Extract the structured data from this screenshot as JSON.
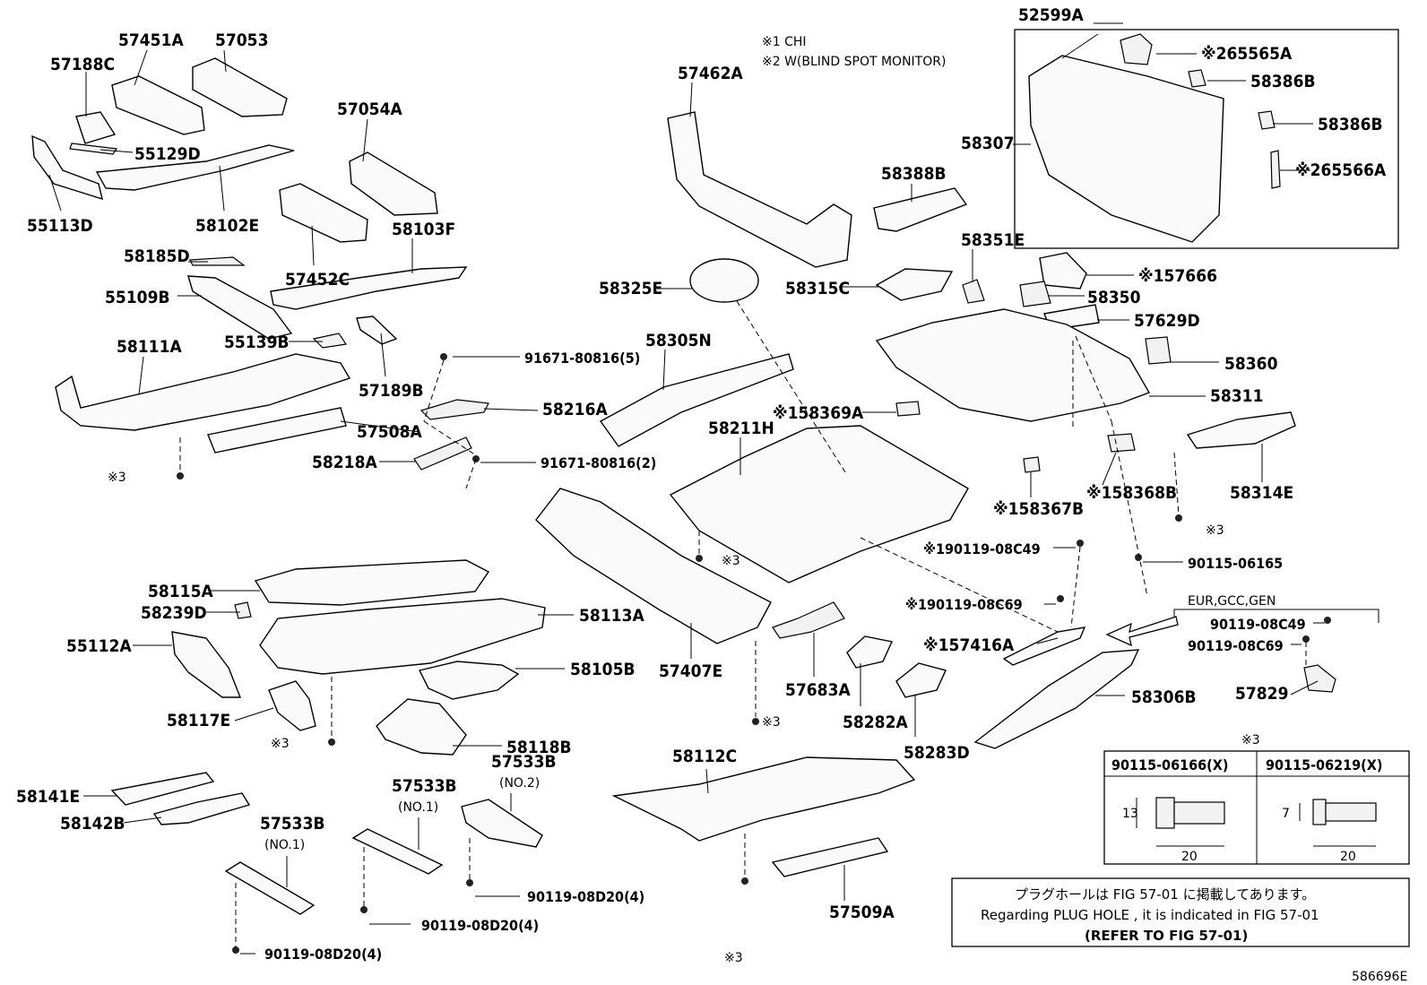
{
  "notes": {
    "note1": "※1 CHI",
    "note2": "※2 W(BLIND SPOT MONITOR)",
    "ref_code": "586696E",
    "market": "EUR,GCC,GEN",
    "plug_jp": "プラグホールは FIG 57-01 に掲載してあります。",
    "plug_en": "Regarding PLUG HOLE , it is indicated in FIG 57-01",
    "plug_ref": "(REFER TO FIG 57-01)",
    "table_mark": "※3",
    "table_col1": "90115-06166(X)",
    "table_col2": "90115-06219(X)",
    "dim_13": "13",
    "dim_7": "7",
    "dim_20a": "20",
    "dim_20b": "20"
  },
  "labels": {
    "p57451A": "57451A",
    "p57053": "57053",
    "p57188C": "57188C",
    "p55129D": "55129D",
    "p55113D": "55113D",
    "p58102E": "58102E",
    "p57054A": "57054A",
    "p58103F": "58103F",
    "p58185D": "58185D",
    "p57452C": "57452C",
    "p55109B": "55109B",
    "p55139B": "55139B",
    "p58111A": "58111A",
    "p57189B": "57189B",
    "p57508A": "57508A",
    "p58218A": "58218A",
    "p58216A": "58216A",
    "p91671a": "91671-80816(5)",
    "p91671b": "91671-80816(2)",
    "p58305N": "58305N",
    "p58325E": "58325E",
    "p57462A": "57462A",
    "p58388B": "58388B",
    "p58351E": "58351E",
    "p58315C": "58315C",
    "p52599A": "52599A",
    "p65565A": "※265565A",
    "p58386B1": "58386B",
    "p58386B2": "58386B",
    "p65566A": "※265566A",
    "p58307": "58307",
    "p57666": "※157666",
    "p58350": "58350",
    "p57629D": "57629D",
    "p58360": "58360",
    "p58311": "58311",
    "p58369A": "※158369A",
    "p58211H": "58211H",
    "p58314E": "58314E",
    "p58368B": "※158368B",
    "p58367B": "※158367B",
    "p90119_08C49a": "※190119-08C49",
    "p90115_06165": "90115-06165",
    "p90119_08C69a": "※190119-08C69",
    "p57416A": "※157416A",
    "p90119_08C49b": "90119-08C49",
    "p90119_08C69b": "90119-08C69",
    "p57829": "57829",
    "p58306B": "58306B",
    "p58115A": "58115A",
    "p58239D": "58239D",
    "p58113A": "58113A",
    "p55112A": "55112A",
    "p58105B": "58105B",
    "p58117E": "58117E",
    "p57407E": "57407E",
    "p57683A": "57683A",
    "p58282A": "58282A",
    "p58283D": "58283D",
    "p58118B": "58118B",
    "p58112C": "58112C",
    "p58141E": "58141E",
    "p58142B": "58142B",
    "p57533B_1": "57533B",
    "p57533B_1n": "(NO.1)",
    "p57533B_2": "57533B",
    "p57533B_2n": "(NO.1)",
    "p57533B_3": "57533B",
    "p57533B_3n": "(NO.2)",
    "p90119_08D20a": "90119-08D20(4)",
    "p90119_08D20b": "90119-08D20(4)",
    "p90119_08D20c": "90119-08D20(4)",
    "p57509A": "57509A",
    "s3a": "※3",
    "s3b": "※3",
    "s3c": "※3",
    "s3d": "※3",
    "s3e": "※3",
    "s3f": "※3"
  }
}
